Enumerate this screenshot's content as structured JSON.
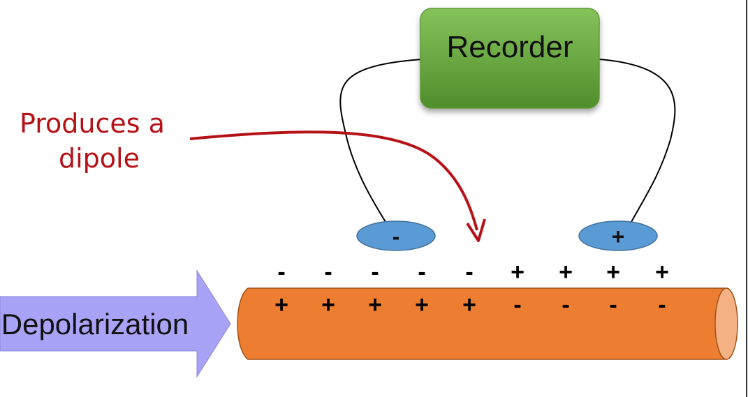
{
  "recorder": {
    "label": "Recorder"
  },
  "annotation": {
    "line1": "Produces a",
    "line2": "dipole"
  },
  "depolarization": {
    "label": "Depolarization"
  },
  "electrodes": {
    "left": "-",
    "right": "+"
  },
  "outer_charges": [
    "-",
    "-",
    "-",
    "-",
    "-",
    "+",
    "+",
    "+",
    "+"
  ],
  "inner_charges": [
    "+",
    "+",
    "+",
    "+",
    "+",
    "-",
    "-",
    "-",
    "-"
  ],
  "colors": {
    "axon": "#ed7d31",
    "axon_end": "#f4b183",
    "recorder": "#70ad47",
    "electrode": "#5b9bd5",
    "arrow": "#a9a3f7",
    "annotation": "#b51218"
  }
}
